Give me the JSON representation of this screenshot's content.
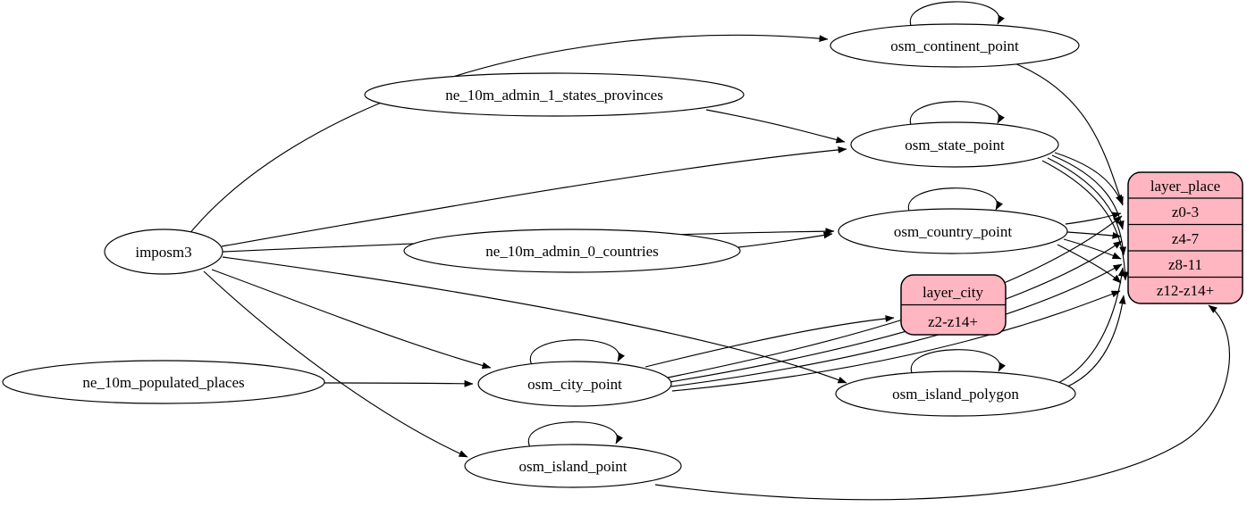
{
  "diagram": {
    "kind": "etl-graph",
    "colors": {
      "record_fill": "#ffb6c1",
      "node_fill": "#ffffff",
      "edge_stroke": "#000000",
      "text": "#000000"
    },
    "nodes": {
      "imposm3": {
        "label": "imposm3",
        "shape": "ellipse"
      },
      "ne_10m_admin_1_states_provinces": {
        "label": "ne_10m_admin_1_states_provinces",
        "shape": "ellipse"
      },
      "ne_10m_admin_0_countries": {
        "label": "ne_10m_admin_0_countries",
        "shape": "ellipse"
      },
      "ne_10m_populated_places": {
        "label": "ne_10m_populated_places",
        "shape": "ellipse"
      },
      "osm_continent_point": {
        "label": "osm_continent_point",
        "shape": "ellipse",
        "self_loop": true
      },
      "osm_state_point": {
        "label": "osm_state_point",
        "shape": "ellipse",
        "self_loop": true
      },
      "osm_country_point": {
        "label": "osm_country_point",
        "shape": "ellipse",
        "self_loop": true
      },
      "osm_city_point": {
        "label": "osm_city_point",
        "shape": "ellipse",
        "self_loop": true
      },
      "osm_island_polygon": {
        "label": "osm_island_polygon",
        "shape": "ellipse",
        "self_loop": true
      },
      "osm_island_point": {
        "label": "osm_island_point",
        "shape": "ellipse",
        "self_loop": true
      }
    },
    "records": {
      "layer_place": {
        "title": "layer_place",
        "rows": [
          "z0-3",
          "z4-7",
          "z8-11",
          "z12-z14+"
        ]
      },
      "layer_city": {
        "title": "layer_city",
        "rows": [
          "z2-z14+"
        ]
      }
    },
    "edges": [
      {
        "from": "imposm3",
        "to": "osm_continent_point"
      },
      {
        "from": "imposm3",
        "to": "osm_state_point"
      },
      {
        "from": "imposm3",
        "to": "osm_country_point"
      },
      {
        "from": "imposm3",
        "to": "osm_city_point"
      },
      {
        "from": "imposm3",
        "to": "osm_island_polygon"
      },
      {
        "from": "imposm3",
        "to": "osm_island_point"
      },
      {
        "from": "ne_10m_admin_1_states_provinces",
        "to": "osm_state_point"
      },
      {
        "from": "ne_10m_admin_0_countries",
        "to": "osm_country_point"
      },
      {
        "from": "ne_10m_populated_places",
        "to": "osm_city_point"
      },
      {
        "from": "osm_continent_point",
        "to": "osm_continent_point"
      },
      {
        "from": "osm_state_point",
        "to": "osm_state_point"
      },
      {
        "from": "osm_country_point",
        "to": "osm_country_point"
      },
      {
        "from": "osm_city_point",
        "to": "osm_city_point"
      },
      {
        "from": "osm_island_polygon",
        "to": "osm_island_polygon"
      },
      {
        "from": "osm_island_point",
        "to": "osm_island_point"
      },
      {
        "from": "osm_continent_point",
        "to": "layer_place:z0-3"
      },
      {
        "from": "osm_state_point",
        "to": "layer_place:z0-3"
      },
      {
        "from": "osm_state_point",
        "to": "layer_place:z4-7"
      },
      {
        "from": "osm_state_point",
        "to": "layer_place:z8-11"
      },
      {
        "from": "osm_state_point",
        "to": "layer_place:z12-z14+"
      },
      {
        "from": "osm_country_point",
        "to": "layer_place:z0-3"
      },
      {
        "from": "osm_country_point",
        "to": "layer_place:z4-7"
      },
      {
        "from": "osm_country_point",
        "to": "layer_place:z8-11"
      },
      {
        "from": "osm_country_point",
        "to": "layer_place:z12-z14+"
      },
      {
        "from": "osm_city_point",
        "to": "layer_city:z2-z14+"
      },
      {
        "from": "osm_city_point",
        "to": "layer_place:z0-3"
      },
      {
        "from": "osm_city_point",
        "to": "layer_place:z4-7"
      },
      {
        "from": "osm_city_point",
        "to": "layer_place:z8-11"
      },
      {
        "from": "osm_city_point",
        "to": "layer_place:z12-z14+"
      },
      {
        "from": "osm_island_polygon",
        "to": "layer_place:z8-11"
      },
      {
        "from": "osm_island_polygon",
        "to": "layer_place:z12-z14+"
      },
      {
        "from": "osm_island_point",
        "to": "layer_place:z12-z14+"
      }
    ]
  }
}
